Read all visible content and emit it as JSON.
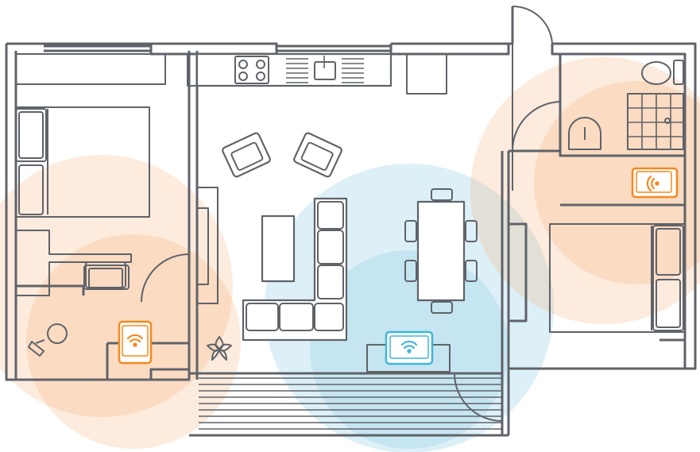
{
  "colors": {
    "wall": "#5f6369",
    "coverage_orange": "#f5a262",
    "coverage_blue": "#8fcde3",
    "router_orange": "#f5891f",
    "router_blue": "#3fb6d9",
    "background": "#ffffff"
  },
  "coverage_zones": [
    {
      "name": "bedroom-left",
      "color": "orange"
    },
    {
      "name": "bathroom-right",
      "color": "orange"
    },
    {
      "name": "living-room",
      "color": "blue"
    }
  ],
  "routers": [
    {
      "name": "router-left-bedroom",
      "color": "orange",
      "icon": "wifi-icon"
    },
    {
      "name": "router-bathroom",
      "color": "orange",
      "icon": "wifi-icon"
    },
    {
      "name": "router-living-room",
      "color": "blue",
      "icon": "wifi-icon"
    }
  ],
  "furniture": [
    "bed-left",
    "desk-chair",
    "swivel-chair",
    "plant",
    "armchair-1",
    "armchair-2",
    "coffee-table",
    "l-sofa",
    "dining-table",
    "kitchen-counter",
    "stove",
    "sink",
    "tv-stand",
    "bed-right",
    "toilet",
    "shower",
    "bathroom-sink",
    "balcony-deck",
    "doors"
  ]
}
